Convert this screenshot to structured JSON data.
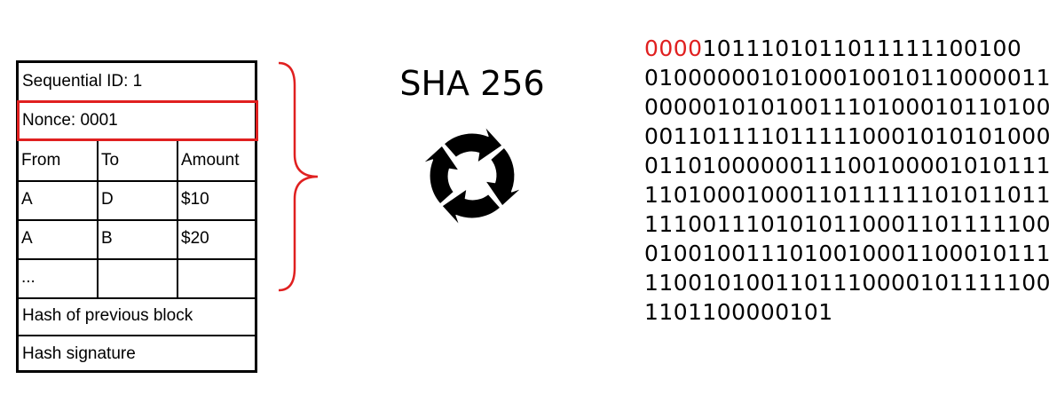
{
  "block": {
    "sequential_id": "Sequential ID: 1",
    "nonce": "Nonce: 0001",
    "table": {
      "headers": [
        "From",
        "To",
        "Amount"
      ],
      "rows": [
        [
          "A",
          "D",
          "$10"
        ],
        [
          "A",
          "B",
          "$20"
        ],
        [
          "...",
          "",
          ""
        ]
      ]
    },
    "prev_hash": "Hash of previous block",
    "signature": "Hash signature"
  },
  "algorithm": {
    "label": "SHA 256",
    "icon": "cycle-arrows-icon"
  },
  "hash_output": {
    "leading_zeros": "0000",
    "first_line_rest": "1011101011011111100100",
    "lines": [
      "0100000010100010010110000011",
      "0000010101001110100010110100",
      "0011011110111110001010101000",
      "0110100000011100100001010111",
      "1101000100011011111101011011",
      "1110011101010110001101111100",
      "0100100111010010001100010111",
      "1100101001101110000101111100",
      "1101100000101"
    ]
  },
  "colors": {
    "highlight": "#e02020",
    "ink": "#000000",
    "background": "#ffffff"
  }
}
